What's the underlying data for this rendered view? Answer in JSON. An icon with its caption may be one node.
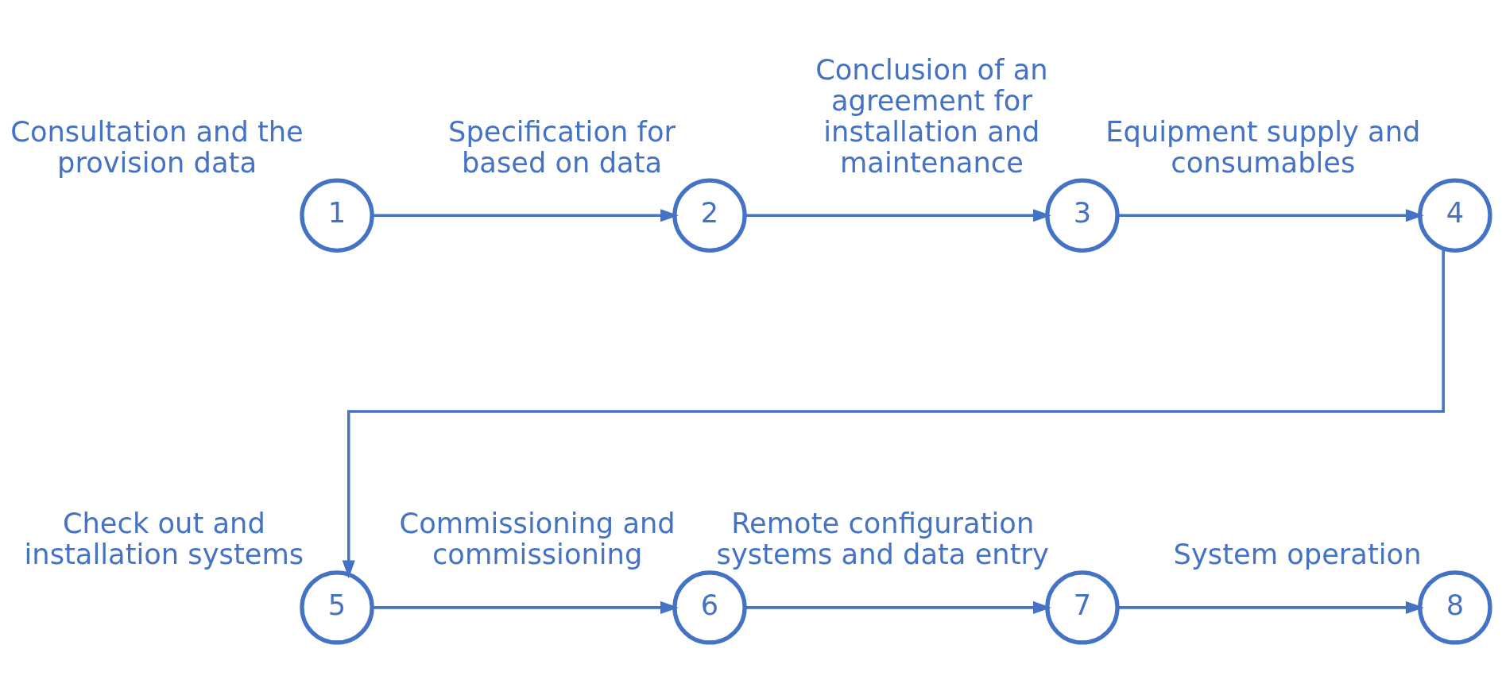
{
  "diagram": {
    "nodes": [
      {
        "text": [
          "1"
        ],
        "beside": [
          "Consultation and the provision data"
        ]
      },
      {
        "text": [
          "2"
        ],
        "beside": [
          "Specification for based on data"
        ]
      },
      {
        "text": [
          "3"
        ],
        "beside": [
          "Conclusion of an agreement for installation and maintenance"
        ]
      },
      {
        "text": [
          "4"
        ],
        "beside": [
          "Equipment supply and consumables"
        ]
      },
      {
        "text": [
          "5"
        ],
        "beside": [
          "Check out and installation systems"
        ]
      },
      {
        "text": [
          "6"
        ],
        "beside": [
          "Commissioning and commissioning"
        ]
      },
      {
        "text": [
          "7"
        ],
        "beside": [
          "Remote configuration systems and data entry"
        ]
      },
      {
        "text": [
          "8"
        ],
        "beside": [
          "System operation"
        ]
      }
    ],
    "edges": [
      {
        "from": 0,
        "to": 1,
        "arrow": "to"
      },
      {
        "from": 1,
        "to": 2,
        "arrow": "to"
      },
      {
        "from": 2,
        "to": 3,
        "arrow": "to"
      },
      {
        "from": 3,
        "to": 4,
        "arrow": "to"
      },
      {
        "from": 4,
        "to": 5,
        "arrow": "to"
      },
      {
        "from": 5,
        "to": 6,
        "arrow": "to"
      },
      {
        "from": 6,
        "to": 7,
        "arrow": "to"
      }
    ]
  }
}
